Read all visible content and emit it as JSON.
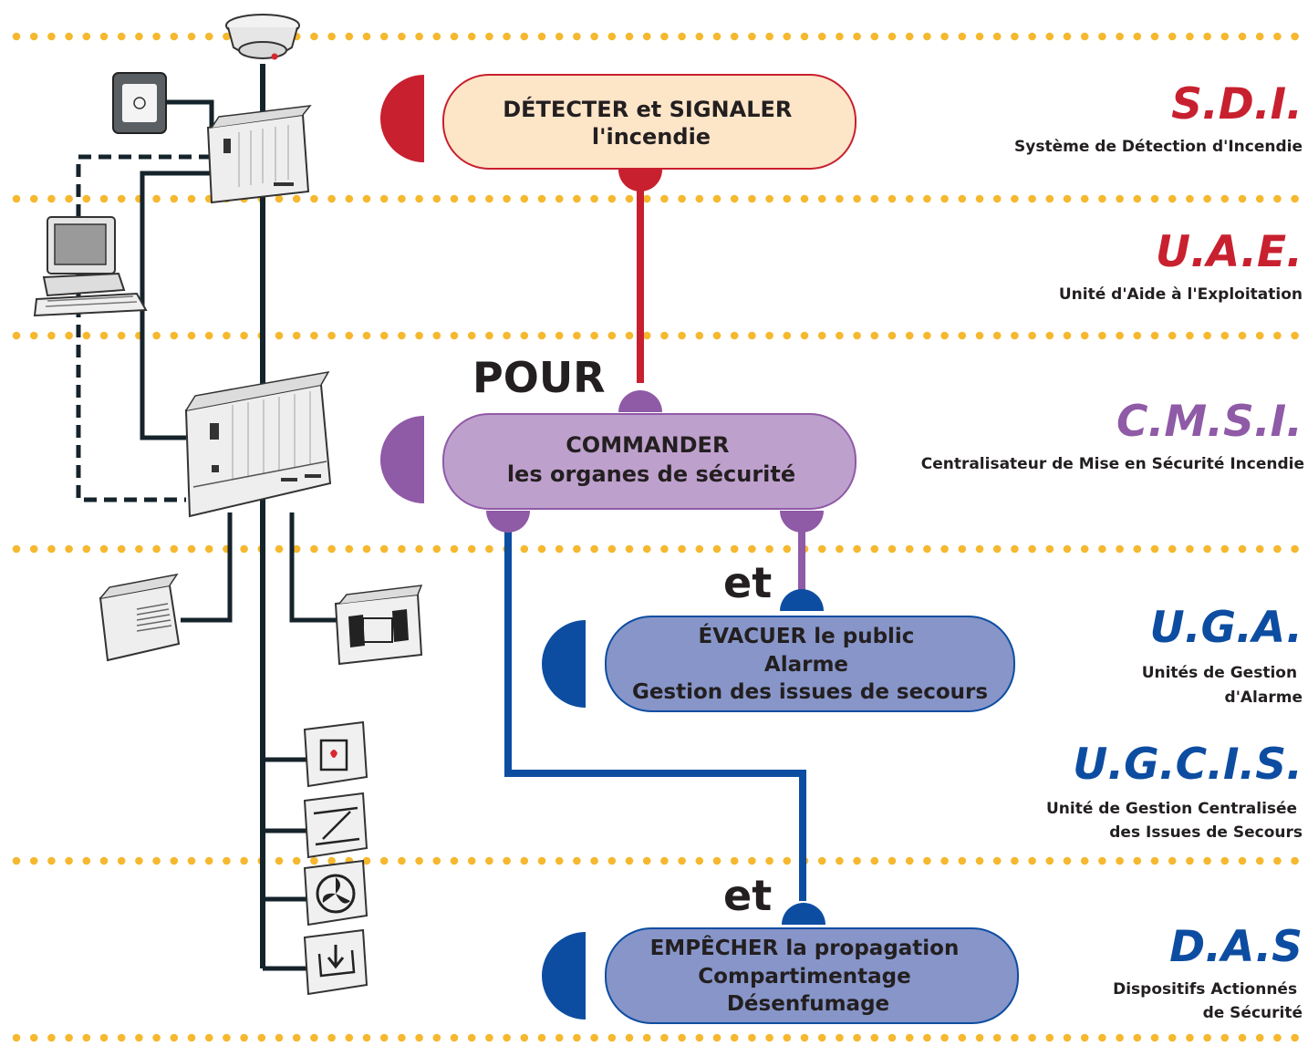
{
  "colors": {
    "dots": "#f5b82e",
    "sdi": "#c8202f",
    "cmsi": "#8f5aa6",
    "blue": "#0d4da1",
    "sdi_fill": "#fde5c8",
    "cmsi_fill": "#bea0cd",
    "uga_fill": "#8795c9",
    "wire": "#15232b"
  },
  "systems": [
    {
      "acronym": "S.D.I.",
      "lines": [
        "Système de Détection d'Incendie"
      ]
    },
    {
      "acronym": "U.A.E.",
      "lines": [
        "Unité d'Aide à l'Exploitation"
      ]
    },
    {
      "acronym": "C.M.S.I.",
      "lines": [
        "Centralisateur de Mise en Sécurité Incendie"
      ]
    },
    {
      "acronym": "U.G.A.",
      "lines": [
        "Unités de Gestion",
        "d'Alarme"
      ]
    },
    {
      "acronym": "U.G.C.I.S.",
      "lines": [
        "Unité de Gestion Centralisée",
        "des Issues de Secours"
      ]
    },
    {
      "acronym": "D.A.S",
      "lines": [
        "Dispositifs Actionnés",
        "de Sécurité"
      ]
    }
  ],
  "functions": [
    {
      "id": "detecter",
      "lines": [
        "DÉTECTER et SIGNALER",
        "l'incendie"
      ]
    },
    {
      "id": "commander",
      "lines": [
        "COMMANDER",
        "les organes de sécurité"
      ]
    },
    {
      "id": "evacuer",
      "lines": [
        "ÉVACUER le public",
        "Alarme",
        "Gestion des issues de secours"
      ]
    },
    {
      "id": "empecher",
      "lines": [
        "EMPÊCHER la propagation",
        "Compartimentage",
        "Désenfumage"
      ]
    }
  ],
  "connectors": {
    "pour": "POUR",
    "et_1": "et",
    "et_2": "et"
  },
  "icons": [
    "smoke-detector-icon",
    "manual-call-point-icon",
    "control-panel-icon",
    "computer-icon",
    "cmsi-cabinet-icon",
    "alarm-unit-icon",
    "door-release-icon",
    "fire-door-icon",
    "damper-icon",
    "fan-icon",
    "smoke-vent-icon"
  ]
}
